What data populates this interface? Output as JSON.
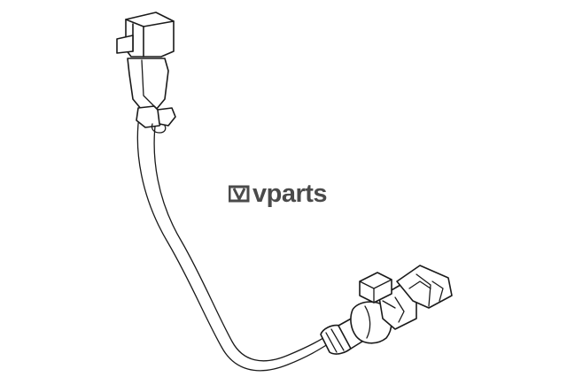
{
  "watermark": {
    "logo_mark": "V",
    "text": "VPARTS",
    "color": "#4a4a4a"
  },
  "illustration": {
    "subject": "sensor-cable-assembly",
    "line_color": "#1a1a1a",
    "background": "#ffffff"
  }
}
